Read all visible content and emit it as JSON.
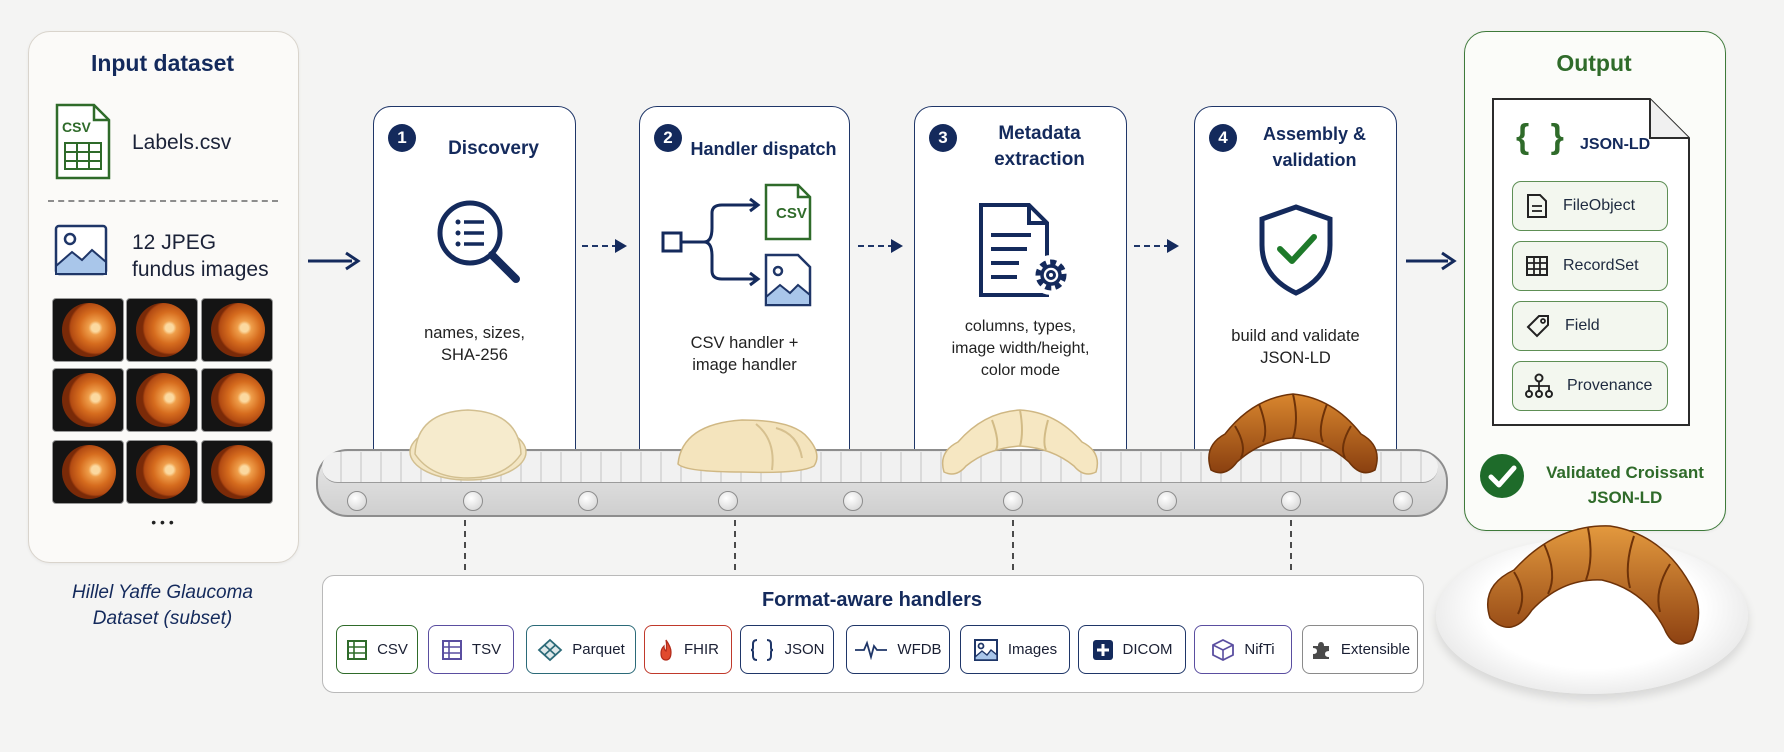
{
  "input": {
    "title": "Input dataset",
    "labels_file": "Labels.csv",
    "csv_tag": "CSV",
    "images_line1": "12 JPEG",
    "images_line2": "fundus images",
    "ellipsis": "• • •",
    "caption_line1": "Hillel Yaffe Glaucoma",
    "caption_line2": "Dataset (subset)"
  },
  "steps": [
    {
      "num": "1",
      "title_line1": "Discovery",
      "title_line2": "",
      "desc_line1": "names, sizes,",
      "desc_line2": "SHA-256",
      "desc_line3": ""
    },
    {
      "num": "2",
      "title_line1": "Handler dispatch",
      "title_line2": "",
      "desc_line1": "CSV handler +",
      "desc_line2": "image handler",
      "desc_line3": "",
      "csv_tag": "CSV"
    },
    {
      "num": "3",
      "title_line1": "Metadata",
      "title_line2": "extraction",
      "desc_line1": "columns, types,",
      "desc_line2": "image width/height,",
      "desc_line3": "color mode"
    },
    {
      "num": "4",
      "title_line1": "Assembly &",
      "title_line2": "validation",
      "desc_line1": "build and validate",
      "desc_line2": "JSON-LD",
      "desc_line3": ""
    }
  ],
  "output": {
    "title": "Output",
    "doc_label": "JSON-LD",
    "doc_braces": "{ }",
    "items": [
      "FileObject",
      "RecordSet",
      "Field",
      "Provenance"
    ],
    "validated_line1": "Validated Croissant",
    "validated_line2": "JSON-LD"
  },
  "handlers": {
    "title": "Format-aware handlers",
    "items": [
      "CSV",
      "TSV",
      "Parquet",
      "FHIR",
      "JSON",
      "WFDB",
      "Images",
      "DICOM",
      "NifTi",
      "Extensible"
    ]
  },
  "colors": {
    "navy": "#142a5c",
    "green": "#2f6b2a",
    "accent_check": "#1e7a2a"
  }
}
